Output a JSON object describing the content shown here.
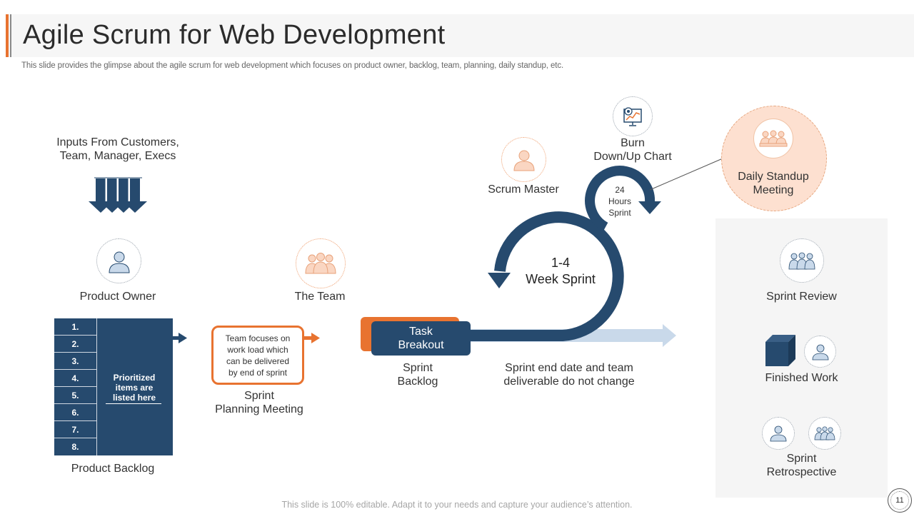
{
  "slide": {
    "title": "Agile Scrum for Web Development",
    "subtitle": "This slide provides the glimpse about the agile scrum for web development which focuses on product owner, backlog, team, planning, daily standup, etc.",
    "footer": "This slide is 100% editable. Adapt it to your needs and capture your audience’s attention.",
    "page_number": "11"
  },
  "inputs": {
    "line1": "Inputs  From Customers,",
    "line2": "Team, Manager, Execs"
  },
  "product_owner": {
    "label": "Product Owner"
  },
  "team": {
    "label": "The Team"
  },
  "backlog": {
    "numbers": [
      "1.",
      "2.",
      "3.",
      "4.",
      "5.",
      "6.",
      "7.",
      "8."
    ],
    "text_line1": "Prioritized",
    "text_line2": "items are",
    "text_line3": "listed here",
    "label": "Product Backlog"
  },
  "planning": {
    "box_line1": "Team focuses on",
    "box_line2": "work load which",
    "box_line3": "can be delivered",
    "box_line4": "by end of sprint",
    "label_line1": "Sprint",
    "label_line2": "Planning Meeting"
  },
  "task": {
    "line1": "Task",
    "line2": "Breakout",
    "label_line1": "Sprint",
    "label_line2": "Backlog"
  },
  "scrum_master": {
    "label": "Scrum Master"
  },
  "burn_chart": {
    "line1": "Burn",
    "line2": "Down/Up Chart"
  },
  "hours": {
    "line1": "24",
    "line2": "Hours",
    "line3": "Sprint"
  },
  "sprint": {
    "line1": "1-4",
    "line2": "Week Sprint"
  },
  "sprint_end": {
    "line1": "Sprint end date and team",
    "line2": "deliverable do not change"
  },
  "standup": {
    "line1": "Daily Standup",
    "line2": "Meeting"
  },
  "review": {
    "label": "Sprint Review"
  },
  "finished": {
    "label": "Finished Work"
  },
  "retro": {
    "line1": "Sprint",
    "line2": "Retrospective"
  },
  "colors": {
    "navy": "#264a6e",
    "orange": "#e87330",
    "peach": "#fde0d0",
    "light_blue": "#c9d9ea"
  }
}
